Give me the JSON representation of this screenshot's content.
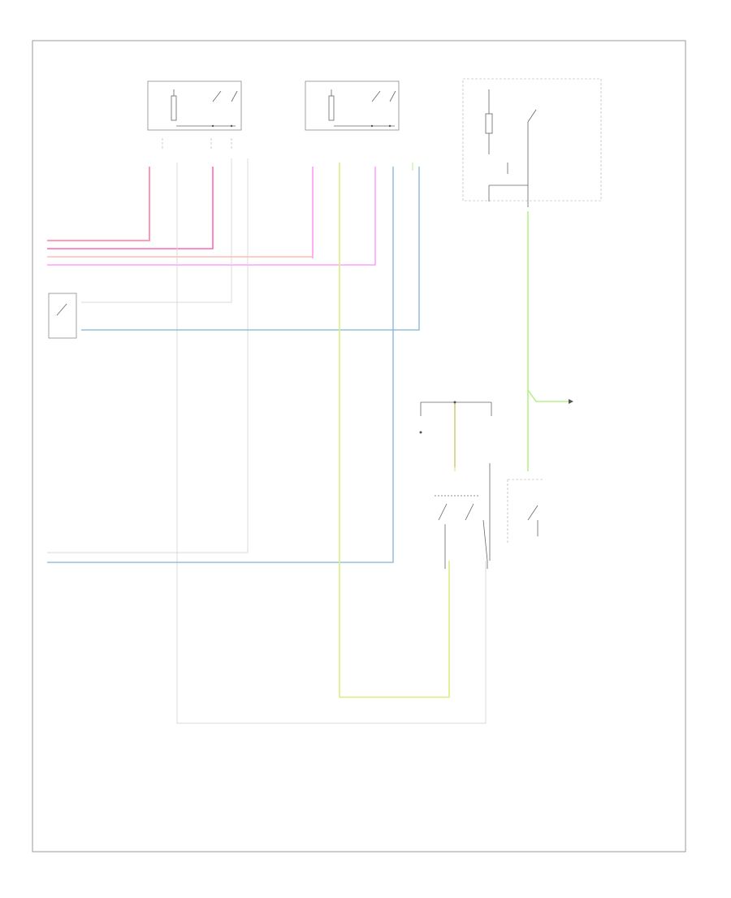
{
  "diagram": {
    "page_label": "",
    "components": [
      {
        "key": "left_seat_heater",
        "label": ""
      },
      {
        "key": "right_seat_heater",
        "label": ""
      },
      {
        "key": "relay_box",
        "label": ""
      },
      {
        "key": "passenger_switch",
        "label": ""
      },
      {
        "key": "relay_switch",
        "label": ""
      },
      {
        "key": "bottom_connector",
        "label": ""
      }
    ],
    "wires": [
      {
        "key": "red_1",
        "color": "#ff7f9e"
      },
      {
        "key": "pink_2",
        "color": "#ff69b4"
      },
      {
        "key": "salmon_3",
        "color": "#ffb0a0"
      },
      {
        "key": "magenta_4",
        "color": "#ff8cff"
      },
      {
        "key": "green_main",
        "color": "#b8f08a"
      },
      {
        "key": "light_green",
        "color": "#ccf5a0"
      },
      {
        "key": "yellow_green",
        "color": "#d8f080"
      },
      {
        "key": "blue_1",
        "color": "#7fb4d8"
      },
      {
        "key": "blue_2",
        "color": "#7fb4d8"
      },
      {
        "key": "tan",
        "color": "#d8c880"
      },
      {
        "key": "gray_ground",
        "color": "#d8d8d8"
      }
    ],
    "icons": [
      "switch-contact-icon",
      "heating-element-icon",
      "ground-icon",
      "arrow-icon"
    ]
  }
}
